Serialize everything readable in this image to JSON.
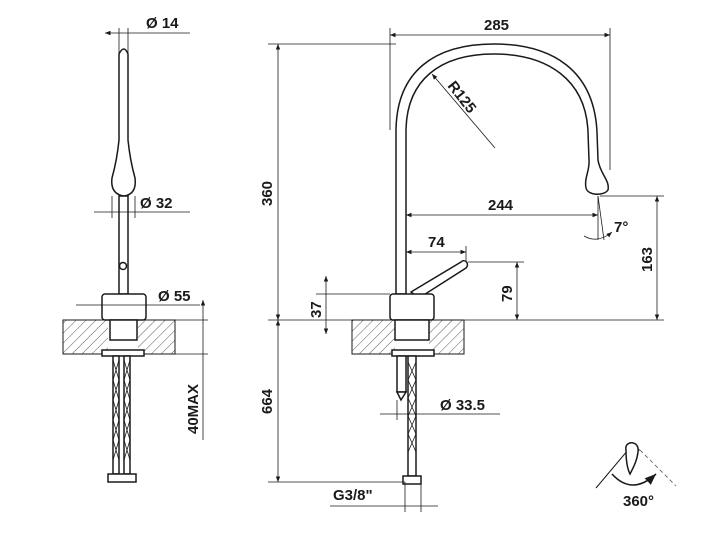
{
  "dimensions": {
    "spout_diameter": "Ø 14",
    "lever_diameter": "Ø 32",
    "base_diameter": "Ø 55",
    "mount_max": "40MAX",
    "spout_reach": "285",
    "spout_radius": "R125",
    "body_height": "360",
    "outlet_reach": "244",
    "outlet_angle": "7°",
    "lever_reach": "74",
    "outlet_height": "163",
    "lever_height": "79",
    "base_height": "37",
    "below_deck_length": "664",
    "shank_diameter": "Ø 33.5",
    "connection_thread": "G3/8\"",
    "swivel_rotation": "360°"
  },
  "colors": {
    "line": "#1a1a1a",
    "background": "#ffffff"
  }
}
